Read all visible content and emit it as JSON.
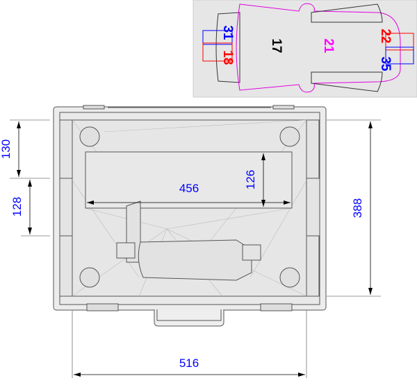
{
  "inset": {
    "labels": [
      {
        "text": "31",
        "color": "#0000ff"
      },
      {
        "text": "18",
        "color": "#ff0000"
      },
      {
        "text": "17",
        "color": "#000000"
      },
      {
        "text": "21",
        "color": "#ff00ff"
      },
      {
        "text": "22",
        "color": "#ff0000"
      },
      {
        "text": "35",
        "color": "#0000ff"
      }
    ]
  },
  "dimensions": {
    "left_upper": "130",
    "left_lower": "128",
    "right_height": "388",
    "tray_width": "456",
    "tray_height": "126",
    "bottom_width": "516"
  },
  "colors": {
    "dimension": "#0000ff",
    "line": "#555555",
    "inset_bg": "#e6e6e6"
  }
}
